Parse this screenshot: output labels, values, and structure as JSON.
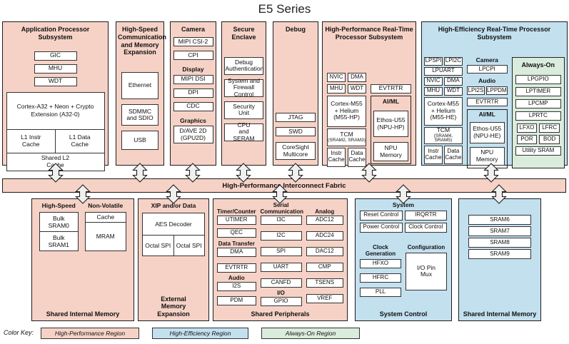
{
  "title": "E5 Series",
  "colors": {
    "high_performance_region": "#f6d2c6",
    "high_efficiency_region": "#c3e0ef",
    "always_on_region": "#daecdc"
  },
  "fabric_label": "High-Performance Interconnect Fabric",
  "app": {
    "title": "Application Processor Subsystem",
    "gic": "GIC",
    "mhu": "MHU",
    "wdt": "WDT",
    "cpu": "Cortex-A32 + Neon + Crypto Extension (A32-0)",
    "l1_instr": "L1 Instr Cache",
    "l1_data": "L1 Data Cache",
    "l2": "Shared L2 Cache"
  },
  "hs_comm": {
    "title": "High-Speed Communication and Memory Expansion",
    "ethernet": "Ethernet",
    "sdmmc": "SDMMC and SDIO",
    "usb": "USB"
  },
  "camera_col": {
    "camera_header": "Camera",
    "mipi_csi2": "MIPI CSI-2",
    "cpi": "CPI",
    "display_header": "Display",
    "mipi_dsi": "MIPI DSI",
    "dpi": "DPI",
    "cdc": "CDC",
    "graphics_header": "Graphics",
    "gpu": "D/AVE 2D (GPU2D)"
  },
  "secure_enclave": {
    "title": "Secure Enclave",
    "debug_auth": "Debug Authentication",
    "firewall": "System and Firewall Control",
    "security_unit": "Security Unit",
    "cpu_seram": "CPU and SERAM"
  },
  "debug": {
    "title": "Debug",
    "jtag": "JTAG",
    "swd": "SWD",
    "coresight": "CoreSight Multicore"
  },
  "hp_rt": {
    "title": "High-Performance Real-Time Processor Subsystem",
    "nvic": "NVIC",
    "dma": "DMA",
    "mhu": "MHU",
    "wdt": "WDT",
    "cpu": "Cortex-M55 + Helium (M55-HP)",
    "tcm": "TCM",
    "tcm_sub": "(SRAM2, SRAM3)",
    "instr_cache": "Instr Cache",
    "data_cache": "Data Cache",
    "evtrtr": "EVTRTR",
    "aiml_header": "AI/ML",
    "npu": "Ethos-U55 (NPU-HP)",
    "npu_memory": "NPU Memory"
  },
  "he_rt": {
    "title": "High-Efficiency Real-Time Processor Subsystem",
    "lpspi": "LPSPI",
    "lpi2c": "LPI2C",
    "lpuart": "LPUART",
    "nvic": "NVIC",
    "dma": "DMA",
    "mhu": "MHU",
    "wdt": "WDT",
    "cpu": "Cortex-M55 + Helium (M55-HE)",
    "tcm": "TCM",
    "tcm_sub": "(SRAM4, SRAM5)",
    "instr_cache": "Instr Cache",
    "data_cache": "Data Cache",
    "camera_header": "Camera",
    "lpcpi": "LPCPI",
    "audio_header": "Audio",
    "lpi2s": "LPI2S",
    "lppdm": "LPPDM",
    "evtrtr": "EVTRTR",
    "aiml_header": "AI/ML",
    "npu": "Ethos-U55 (NPU-HE)",
    "npu_memory": "NPU Memory",
    "always_on": {
      "title": "Always-On",
      "lpgpio": "LPGPIO",
      "lptimer": "LPTIMER",
      "lpcmp": "LPCMP",
      "lprtc": "LPRTC",
      "lfxo": "LFXO",
      "lfrc": "LFRC",
      "por": "POR",
      "bod": "BOD",
      "utility_sram": "Utility SRAM"
    }
  },
  "sim_left": {
    "hs_header": "High-Speed",
    "nv_header": "Non-Volatile",
    "sram0": "Bulk SRAM0",
    "sram1": "Bulk SRAM1",
    "cache": "Cache",
    "mram": "MRAM",
    "footer": "Shared Internal Memory"
  },
  "ext_mem": {
    "header": "XIP and/or Data",
    "aes": "AES Decoder",
    "ospi_a": "Octal SPI",
    "ospi_b": "Octal SPI",
    "footer": "External Memory Expansion"
  },
  "shared_periph": {
    "timer_header": "Timer/Counter",
    "utimer": "UTIMER",
    "qec": "QEC",
    "dt_header": "Data Transfer",
    "dma": "DMA",
    "evtrtr": "EVTRTR",
    "audio_header": "Audio",
    "i2s": "I2S",
    "pdm": "PDM",
    "serial_header": "Serial Communication",
    "i3c": "I3C",
    "i2c": "I2C",
    "spi": "SPI",
    "uart": "UART",
    "canfd": "CANFD",
    "io_header": "I/O",
    "gpio": "GPIO",
    "analog_header": "Analog",
    "adc12": "ADC12",
    "adc24": "ADC24",
    "dac12": "DAC12",
    "cmp": "CMP",
    "tsens": "TSENS",
    "vref": "VREF",
    "footer": "Shared Peripherals"
  },
  "sys_control": {
    "system_header": "System",
    "reset": "Reset Control",
    "irqrtr": "IRQRTR",
    "power": "Power Control",
    "clock_ctrl": "Clock Control",
    "clockgen_header": "Clock Generation",
    "hfxo": "HFXO",
    "hfrc": "HFRC",
    "pll": "PLL",
    "config_header": "Configuration",
    "iopinmux": "I/O Pin Mux",
    "footer": "System Control"
  },
  "sim_right": {
    "items": [
      "SRAM6",
      "SRAM7",
      "SRAM8",
      "SRAM9"
    ],
    "footer": "Shared Internal Memory"
  },
  "legend": {
    "label": "Color Key:",
    "hp": "High-Performance Region",
    "he": "High-Efficiency Region",
    "ao": "Always-On Region"
  }
}
